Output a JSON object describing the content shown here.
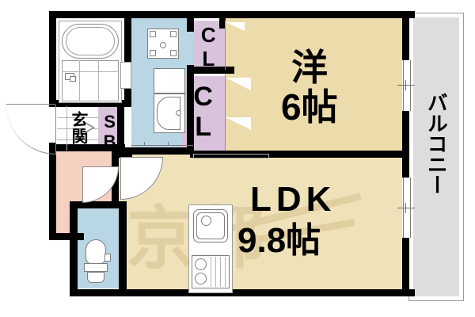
{
  "plan": {
    "type": "floor-plan",
    "watermark": "京都",
    "rooms": [
      {
        "id": "washitsu",
        "label": "洋",
        "size_label": "6帖",
        "fill": "#ecdcab",
        "name": "western-style-room"
      },
      {
        "id": "ldk",
        "label": "LDK",
        "size_label": "9.8帖",
        "fill": "#f0e2b8",
        "name": "ldk-room"
      },
      {
        "id": "balcony",
        "label": "バルコニー",
        "size_label": "",
        "fill": "#dddddd",
        "name": "balcony"
      },
      {
        "id": "genkan",
        "label": "玄関",
        "size_label": "",
        "fill": "#ffffff",
        "name": "entrance"
      },
      {
        "id": "shoebox",
        "label": "SB",
        "size_label": "",
        "fill": "#d9c3dc",
        "name": "shoe-box"
      },
      {
        "id": "closet1",
        "label": "CL",
        "size_label": "",
        "fill": "#d9c3dc",
        "name": "closet-upper"
      },
      {
        "id": "closet2",
        "label": "CL",
        "size_label": "",
        "fill": "#d9c3dc",
        "name": "closet-lower"
      },
      {
        "id": "bath",
        "label": "",
        "size_label": "",
        "fill": "#ffffff",
        "name": "bathroom"
      },
      {
        "id": "washroom",
        "label": "",
        "size_label": "",
        "fill": "#b9d6e4",
        "name": "washroom"
      },
      {
        "id": "toilet",
        "label": "",
        "size_label": "",
        "fill": "#b9d6e4",
        "name": "toilet-room"
      },
      {
        "id": "hallway",
        "label": "",
        "size_label": "",
        "fill": "#f6d1c2",
        "name": "hallway"
      }
    ],
    "fixtures": [
      {
        "name": "bathtub-icon"
      },
      {
        "name": "washing-machine-pan-icon"
      },
      {
        "name": "vanity-sink-icon"
      },
      {
        "name": "toilet-icon"
      },
      {
        "name": "kitchen-sink-icon"
      },
      {
        "name": "gas-stove-icon"
      },
      {
        "name": "entrance-door-icon"
      },
      {
        "name": "hallway-door-icon"
      },
      {
        "name": "ldk-door-icon"
      },
      {
        "name": "balcony-sliding-door-icon"
      },
      {
        "name": "closet-folding-door-icon"
      }
    ],
    "colors": {
      "tatami": "#ecdcab",
      "ldk": "#f0e2b8",
      "wet_area": "#b9d6e4",
      "closet": "#d9c3dc",
      "hallway": "#f6d1c2",
      "balcony": "#dddddd",
      "wall": "#000000",
      "watermark": "#e0cfa0"
    }
  }
}
